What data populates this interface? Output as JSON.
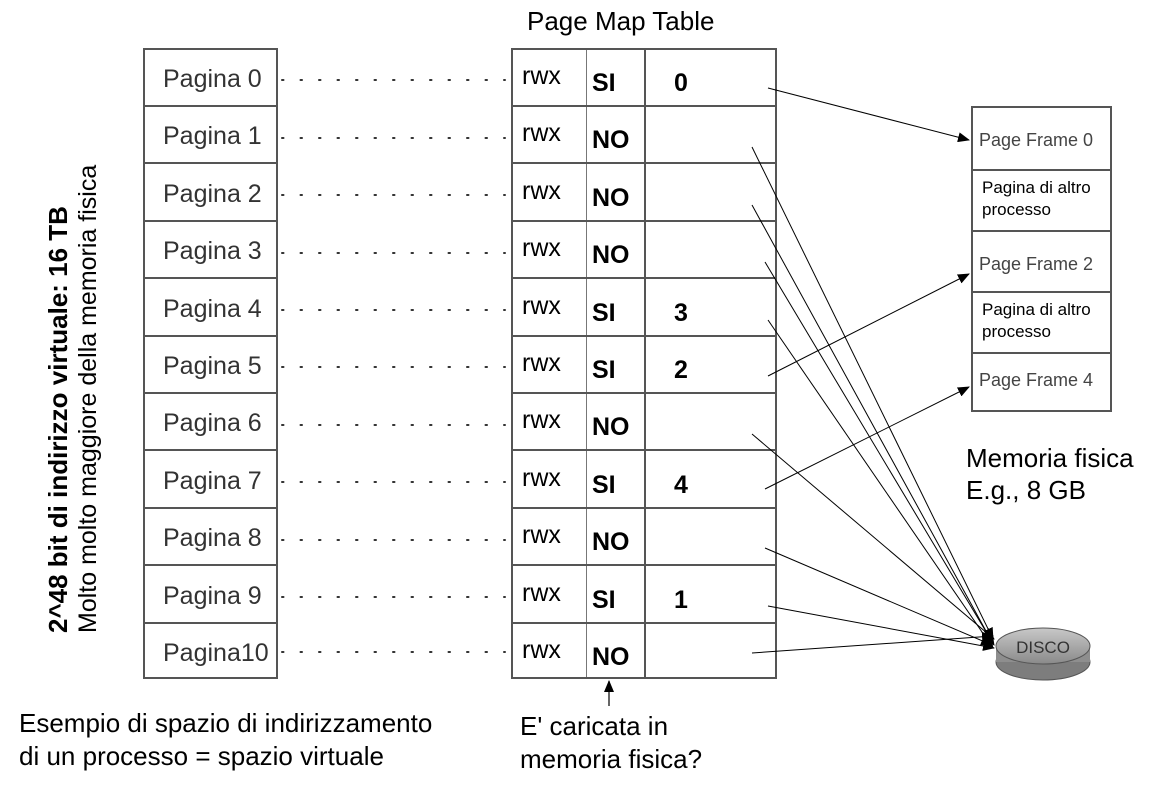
{
  "page_map_title": "Page Map Table",
  "vertical_title_bold": "2^48 bit di indirizzo virtuale: 16 TB",
  "vertical_title_normal": "Molto molto maggiore della memoria fisica",
  "virtual_pages": [
    "Pagina 0",
    "Pagina 1",
    "Pagina 2",
    "Pagina 3",
    "Pagina 4",
    "Pagina 5",
    "Pagina 6",
    "Pagina 7",
    "Pagina 8",
    "Pagina 9",
    "Pagina10"
  ],
  "page_map_rows": [
    {
      "perm": "rwx",
      "present": "SI",
      "frame": "0"
    },
    {
      "perm": "rwx",
      "present": "NO",
      "frame": ""
    },
    {
      "perm": "rwx",
      "present": "NO",
      "frame": ""
    },
    {
      "perm": "rwx",
      "present": "NO",
      "frame": ""
    },
    {
      "perm": "rwx",
      "present": "SI",
      "frame": "3"
    },
    {
      "perm": "rwx",
      "present": "SI",
      "frame": "2"
    },
    {
      "perm": "rwx",
      "present": "NO",
      "frame": ""
    },
    {
      "perm": "rwx",
      "present": "SI",
      "frame": "4"
    },
    {
      "perm": "rwx",
      "present": "NO",
      "frame": ""
    },
    {
      "perm": "rwx",
      "present": "SI",
      "frame": "1"
    },
    {
      "perm": "rwx",
      "present": "NO",
      "frame": ""
    }
  ],
  "physical_memory": {
    "frames": [
      {
        "label": "Page Frame 0",
        "kind": "frame"
      },
      {
        "label": "Pagina di altro processo",
        "kind": "other"
      },
      {
        "label": "Page Frame 2",
        "kind": "frame"
      },
      {
        "label": "Pagina di altro processo",
        "kind": "other"
      },
      {
        "label": "Page Frame 4",
        "kind": "frame"
      }
    ],
    "label_line1": "Memoria fisica",
    "label_line2": "E.g., 8 GB"
  },
  "disk_label": "DISCO",
  "caption_left_line1": "Esempio di spazio di indirizzamento",
  "caption_left_line2": "di un processo = spazio virtuale",
  "caption_middle_line1": "E' caricata in",
  "caption_middle_line2": "memoria fisica?"
}
